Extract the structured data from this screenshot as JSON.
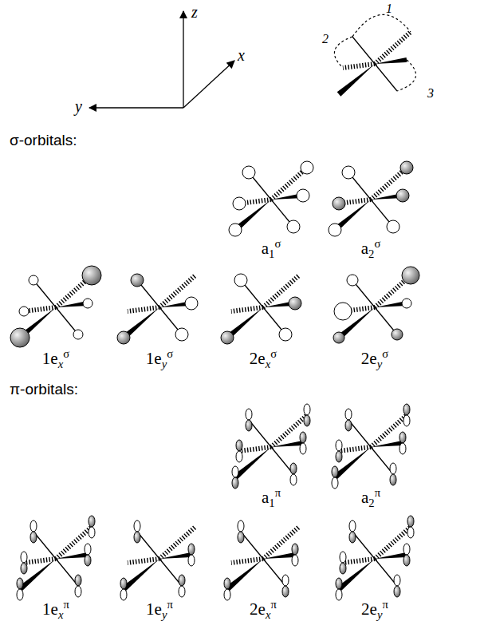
{
  "diagram": {
    "labels": [
      "z",
      "x",
      "y",
      "1",
      "2",
      "3",
      "σ-orbitals:",
      "a1σ",
      "a2σ",
      "1exσ",
      "1eyσ",
      "2exσ",
      "2eyσ",
      "π-orbitals:",
      "a1π",
      "a2π",
      "1exπ",
      "1eyπ",
      "2exπ",
      "2eyπ"
    ]
  }
}
